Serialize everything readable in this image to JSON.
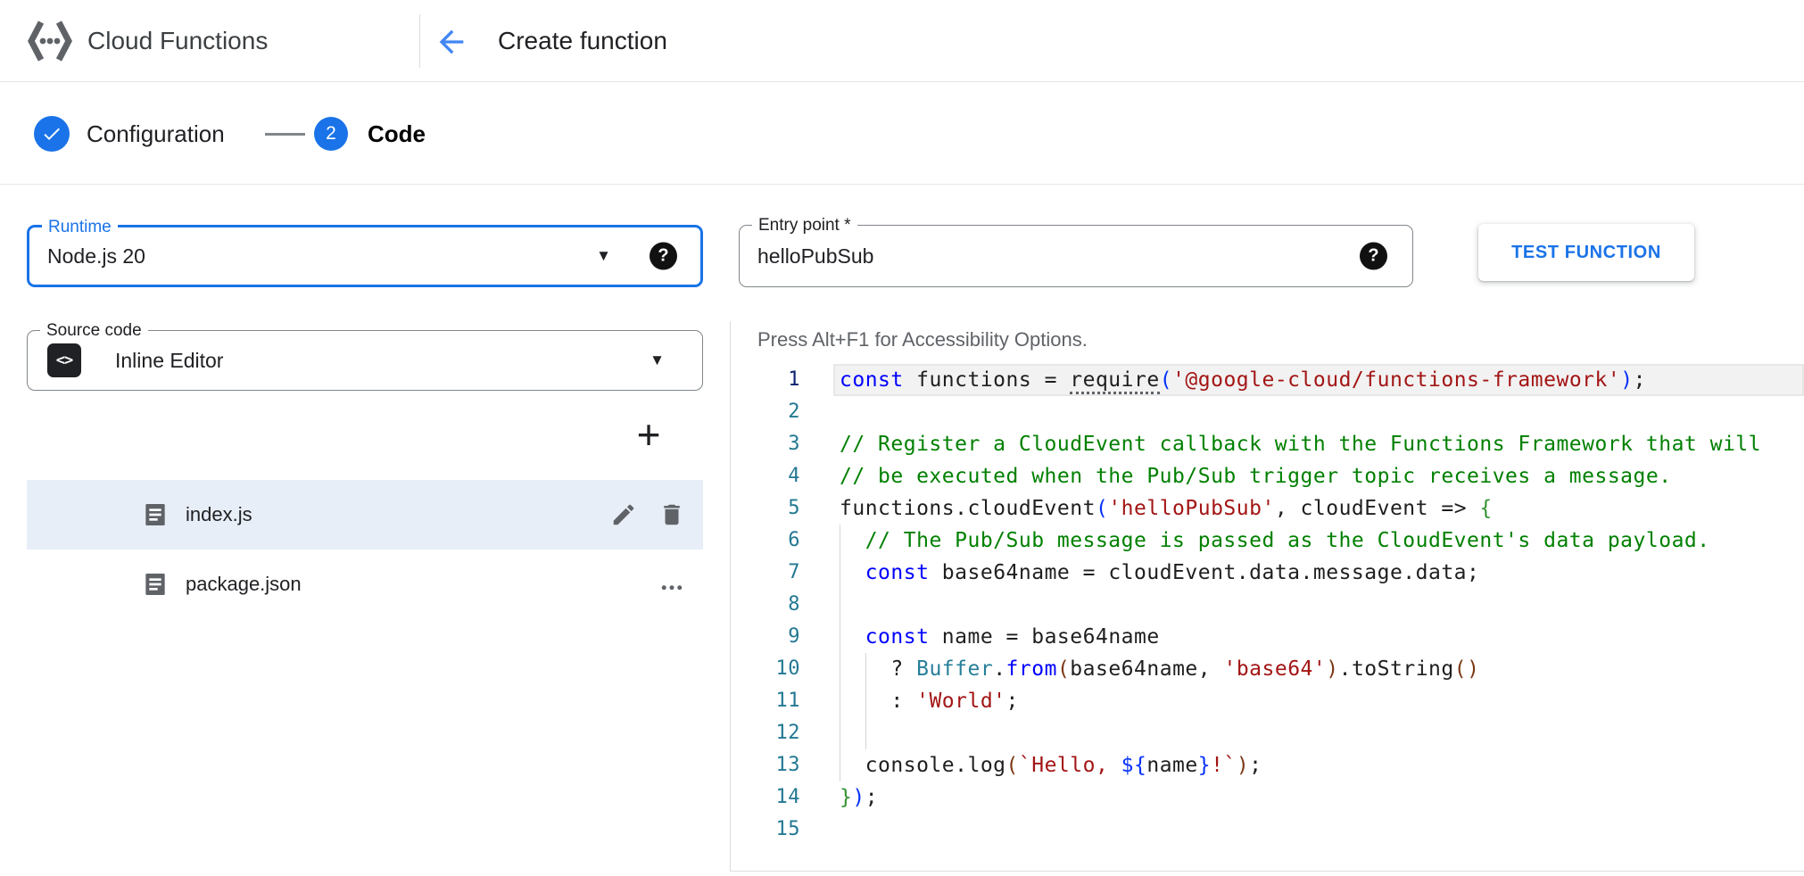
{
  "header": {
    "product": "Cloud Functions",
    "page": "Create function"
  },
  "stepper": {
    "steps": [
      {
        "label": "Configuration",
        "state": "complete"
      },
      {
        "label": "Code",
        "number": "2",
        "state": "current"
      }
    ]
  },
  "left_panel": {
    "runtime_field": {
      "label": "Runtime",
      "value": "Node.js 20",
      "focused": true,
      "help_icon": "help-icon"
    },
    "source_field": {
      "label": "Source code",
      "value": "Inline Editor",
      "icon": "code-badge-icon"
    },
    "add_button_label": "+",
    "files": [
      {
        "name": "index.js",
        "selected": true,
        "actions": [
          "edit",
          "delete"
        ]
      },
      {
        "name": "package.json",
        "selected": false,
        "actions": [
          "more"
        ]
      }
    ]
  },
  "right_panel": {
    "entry_point_field": {
      "label": "Entry point *",
      "value": "helloPubSub",
      "help_icon": "help-icon"
    },
    "test_button": "TEST FUNCTION",
    "editor": {
      "accessibility_hint": "Press Alt+F1 for Accessibility Options.",
      "language": "javascript",
      "lines": [
        {
          "n": 1,
          "highlight": true,
          "guides": 0,
          "tokens": [
            [
              "kw",
              "const"
            ],
            [
              "pl",
              " functions = "
            ],
            [
              "req",
              "require"
            ],
            [
              "b1",
              "("
            ],
            [
              "str",
              "'@google-cloud/functions-framework'"
            ],
            [
              "b1",
              ")"
            ],
            [
              "pl",
              ";"
            ]
          ]
        },
        {
          "n": 2,
          "highlight": false,
          "guides": 0,
          "tokens": []
        },
        {
          "n": 3,
          "highlight": false,
          "guides": 0,
          "tokens": [
            [
              "com",
              "// Register a CloudEvent callback with the Functions Framework that will"
            ]
          ]
        },
        {
          "n": 4,
          "highlight": false,
          "guides": 0,
          "tokens": [
            [
              "com",
              "// be executed when the Pub/Sub trigger topic receives a message."
            ]
          ]
        },
        {
          "n": 5,
          "highlight": false,
          "guides": 0,
          "tokens": [
            [
              "pl",
              "functions.cloudEvent"
            ],
            [
              "b1",
              "("
            ],
            [
              "str",
              "'helloPubSub'"
            ],
            [
              "pl",
              ", cloudEvent => "
            ],
            [
              "b2",
              "{"
            ]
          ]
        },
        {
          "n": 6,
          "highlight": false,
          "guides": 1,
          "tokens": [
            [
              "pl",
              "  "
            ],
            [
              "com",
              "// The Pub/Sub message is passed as the CloudEvent's data payload."
            ]
          ]
        },
        {
          "n": 7,
          "highlight": false,
          "guides": 1,
          "tokens": [
            [
              "pl",
              "  "
            ],
            [
              "kw",
              "const"
            ],
            [
              "pl",
              " base64name = cloudEvent.data.message.data;"
            ]
          ]
        },
        {
          "n": 8,
          "highlight": false,
          "guides": 1,
          "tokens": []
        },
        {
          "n": 9,
          "highlight": false,
          "guides": 1,
          "tokens": [
            [
              "pl",
              "  "
            ],
            [
              "kw",
              "const"
            ],
            [
              "pl",
              " name = base64name"
            ]
          ]
        },
        {
          "n": 10,
          "highlight": false,
          "guides": 2,
          "tokens": [
            [
              "pl",
              "    ? "
            ],
            [
              "typ",
              "Buffer"
            ],
            [
              "pl",
              "."
            ],
            [
              "fn",
              "from"
            ],
            [
              "b3",
              "("
            ],
            [
              "pl",
              "base64name, "
            ],
            [
              "str",
              "'base64'"
            ],
            [
              "b3",
              ")"
            ],
            [
              "pl",
              ".toString"
            ],
            [
              "b3",
              "("
            ],
            [
              "b3",
              ")"
            ]
          ]
        },
        {
          "n": 11,
          "highlight": false,
          "guides": 2,
          "tokens": [
            [
              "pl",
              "    : "
            ],
            [
              "str",
              "'World'"
            ],
            [
              "pl",
              ";"
            ]
          ]
        },
        {
          "n": 12,
          "highlight": false,
          "guides": 2,
          "tokens": []
        },
        {
          "n": 13,
          "highlight": false,
          "guides": 1,
          "tokens": [
            [
              "pl",
              "  console.log"
            ],
            [
              "b3",
              "("
            ],
            [
              "str",
              "`Hello, "
            ],
            [
              "b1",
              "${"
            ],
            [
              "pl",
              "name"
            ],
            [
              "b1",
              "}"
            ],
            [
              "str",
              "!`"
            ],
            [
              "b3",
              ")"
            ],
            [
              "pl",
              ";"
            ]
          ]
        },
        {
          "n": 14,
          "highlight": false,
          "guides": 0,
          "tokens": [
            [
              "b2",
              "}"
            ],
            [
              "b1",
              ")"
            ],
            [
              "pl",
              ";"
            ]
          ]
        },
        {
          "n": 15,
          "highlight": false,
          "guides": 0,
          "tokens": []
        }
      ]
    }
  },
  "colors": {
    "accent": "#1a73e8",
    "back_arrow": "#4285f4",
    "selected_row": "#e8eef7",
    "keyword": "#0000ff",
    "string": "#a31515",
    "comment": "#008000",
    "type": "#267f99",
    "bracket_level1": "#0431fa",
    "bracket_level2": "#319331",
    "bracket_level3": "#7b3814",
    "line_number": "#237893",
    "active_line_number": "#0b216f"
  }
}
